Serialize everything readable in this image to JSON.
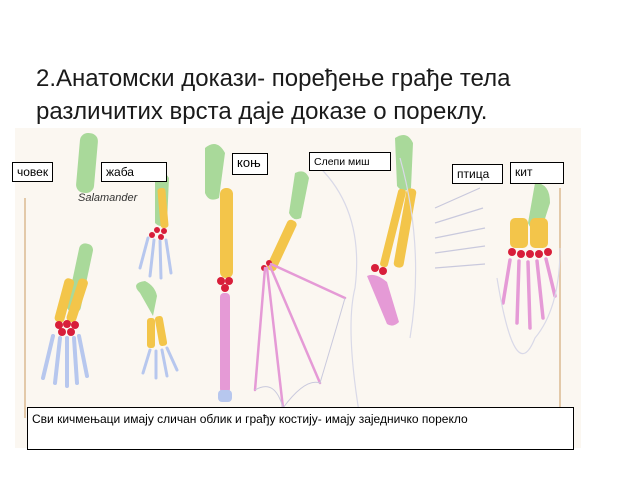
{
  "slide": {
    "title": "2.Анатомски докази- поређење грађе тела различитих врста даје доказе о пореклу.",
    "caption": "Сви кичмењаци имају сличан облик и грађу костију- имају заједничко порекло"
  },
  "figure": {
    "labels": {
      "human": "човек",
      "frog": "жаба",
      "horse": "коњ",
      "bat": "Слепи миш",
      "bird": "птица",
      "whale": "кит"
    },
    "salamander_label": "Salamander"
  },
  "colors": {
    "humerus": "#a9d99a",
    "radius_ulna": "#f3c54a",
    "carpals": "#d81e3a",
    "metacarpals": "#b7c7ee",
    "phalanges": "#e59ad6",
    "background": "#fbf7f1"
  }
}
